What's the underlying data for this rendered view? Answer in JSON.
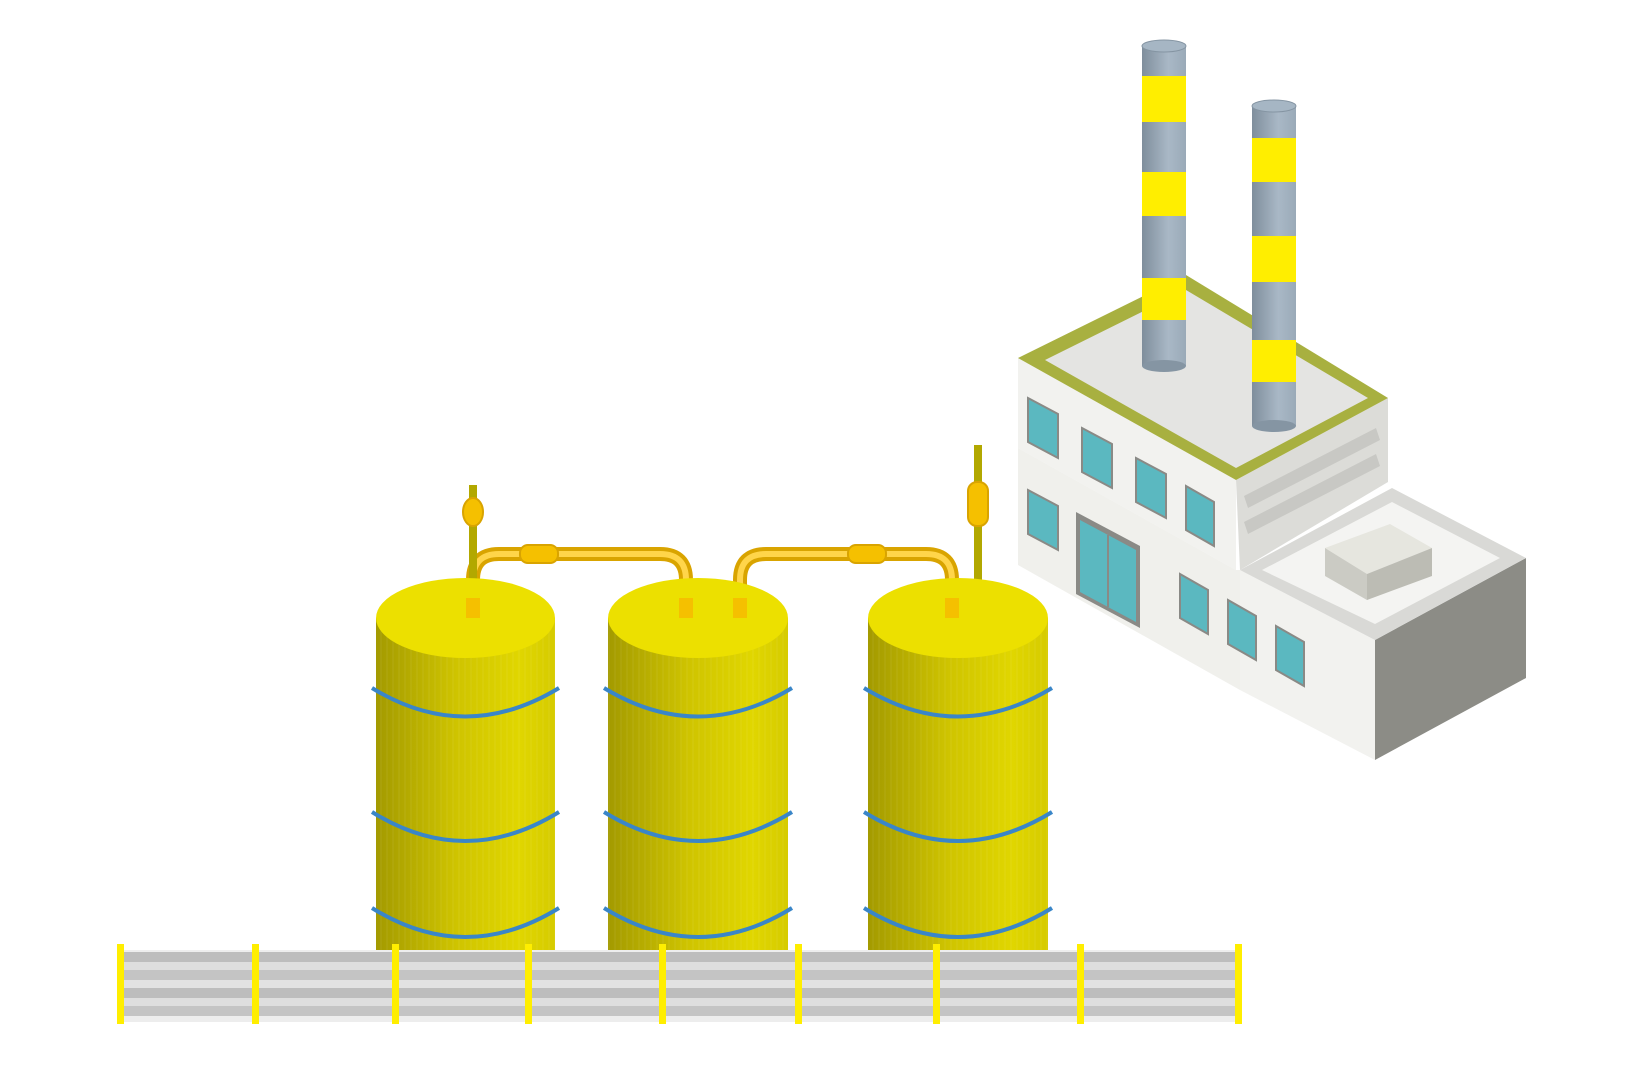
{
  "palette": {
    "background": "#ffffff",
    "tank_body_dark": "#a8a000",
    "tank_body_mid": "#d2c800",
    "tank_body_light": "#e2d800",
    "tank_top": "#ece000",
    "tank_band": "#3a86c8",
    "pipe_yellow": "#f5c000",
    "pipe_highlight": "#ffe070",
    "vent_olive": "#b2a800",
    "conveyor_gray": "#bdbdbd",
    "conveyor_light": "#dedede",
    "conveyor_post": "#ffee00",
    "building_wall": "#f2f2ef",
    "building_side": "#8c8c86",
    "building_roof": "#e4e4e2",
    "roof_trim": "#a8b040",
    "window": "#5bb8c0",
    "chimney_gray": "#9aaab8",
    "chimney_stripe": "#ffee00"
  },
  "scene": {
    "tanks": 3,
    "chimneys": 2,
    "conveyor_segments": 8
  }
}
